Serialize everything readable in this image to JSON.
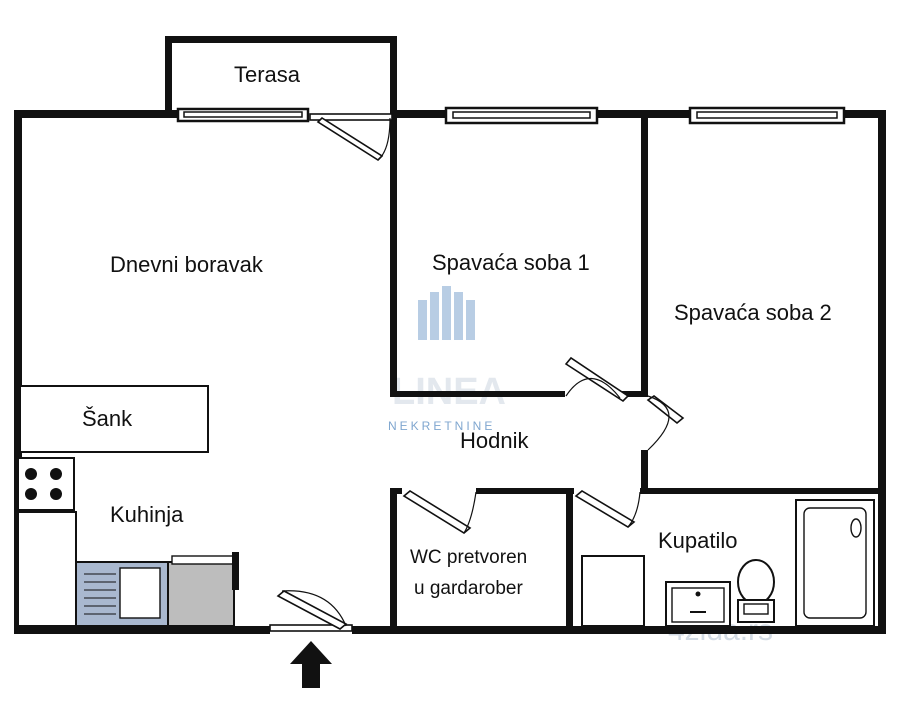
{
  "rooms": {
    "terasa": "Terasa",
    "dnevni_boravak": "Dnevni boravak",
    "spavaca_soba_1": "Spavaća soba 1",
    "spavaca_soba_2": "Spavaća soba 2",
    "sank": "Šank",
    "hodnik": "Hodnik",
    "kuhinja": "Kuhinja",
    "wc_line1": "WC pretvoren",
    "wc_line2": "u gardarober",
    "kupatilo": "Kupatilo"
  },
  "watermark": {
    "brand": "LINEA",
    "tagline": "NEKRETNINE",
    "site": "4zida.rs"
  },
  "entrance": {
    "icon": "entrance-arrow-up"
  },
  "colors": {
    "wall": "#111111",
    "sink": "#a9b8cf",
    "counter": "#bdbdbd",
    "watermark": "#7fa6cf"
  }
}
